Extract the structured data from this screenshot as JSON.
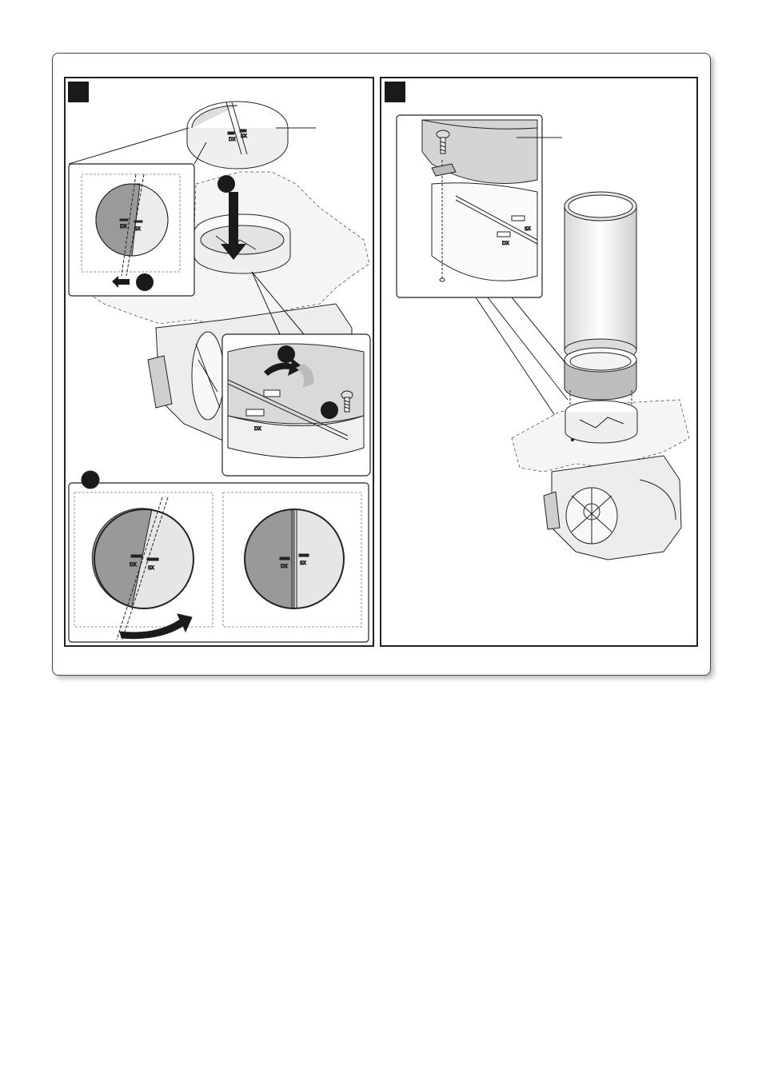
{
  "panels": [
    {
      "id": "left",
      "marker_label": "",
      "labels": {
        "flap_left": "DX",
        "flap_right": "SX",
        "flap_left_inset": "DX",
        "flap_right_inset": "SX",
        "flap_left_bottom_a": "DX",
        "flap_right_bottom_a": "SX",
        "flap_left_bottom_b": "DX",
        "flap_right_bottom_b": "SX"
      }
    },
    {
      "id": "right",
      "marker_label": "",
      "labels": {
        "flap_left": "DX",
        "flap_right": "SX"
      }
    }
  ],
  "colors": {
    "outline": "#222222",
    "dark_fill": "#1a1a1a",
    "mid_grey": "#9a9a9a",
    "light_grey": "#e6e6e6",
    "arrow_fill": "#1a1a1a"
  },
  "icons": [
    "screw-icon",
    "rotate-arrow-icon",
    "down-arrow-icon",
    "left-arrow-icon"
  ]
}
